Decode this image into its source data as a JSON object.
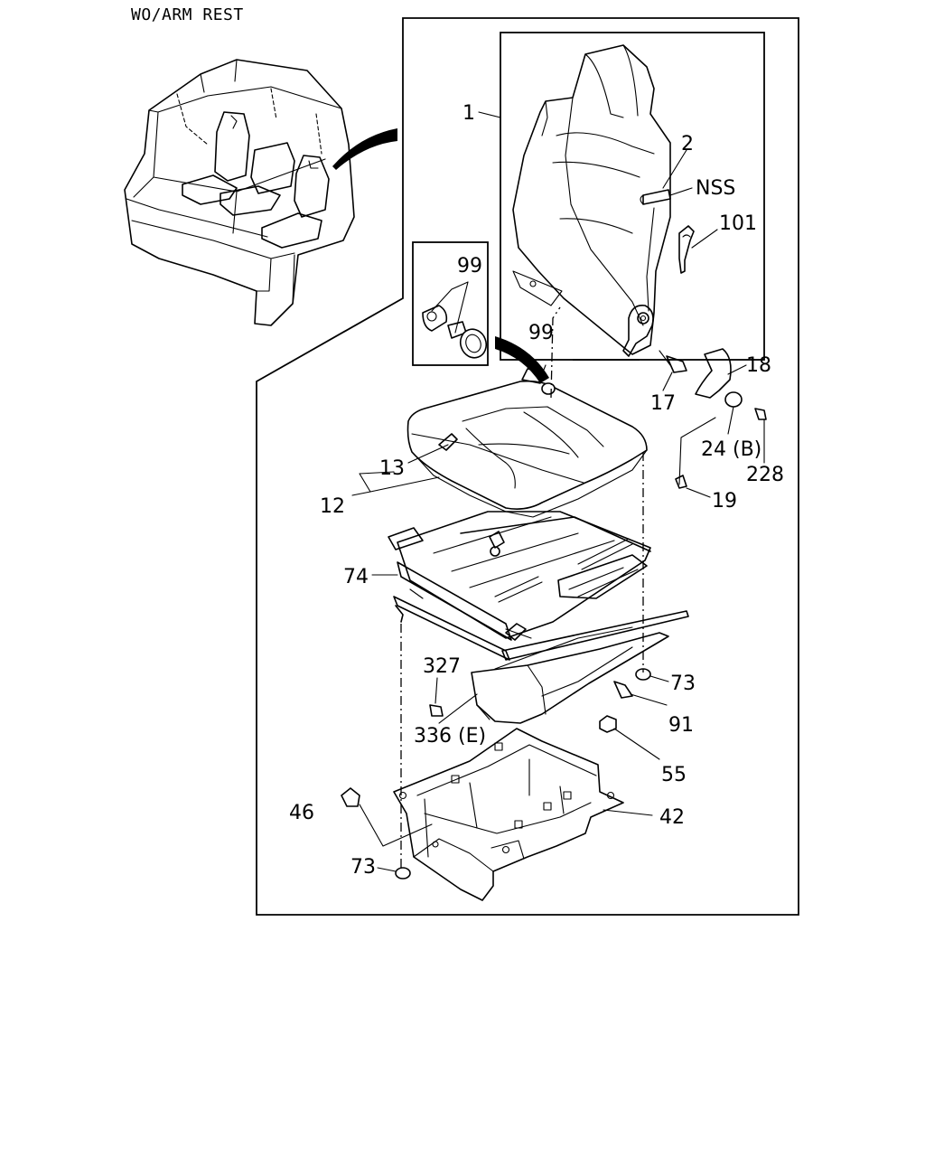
{
  "heading": "WO/ARM REST",
  "callouts": {
    "seat_back": "1",
    "label": "2",
    "nss": "NSS",
    "recline_lever": "101",
    "headrest_knob_detail": "99",
    "headrest_knob": "99",
    "hinge_cover": "18",
    "hinge_bolt": "17",
    "cover_cap": "24 (B)",
    "cap_screw": "228",
    "cover_screw": "19",
    "cushion_label": "13",
    "seat_cushion": "12",
    "seat_frame": "74",
    "side_screw": "327",
    "side_cover": "336 (E)",
    "frame_nut_right": "73",
    "frame_bolt": "91",
    "base_nut": "55",
    "seat_base": "42",
    "base_bolt": "46",
    "frame_nut_left": "73"
  }
}
